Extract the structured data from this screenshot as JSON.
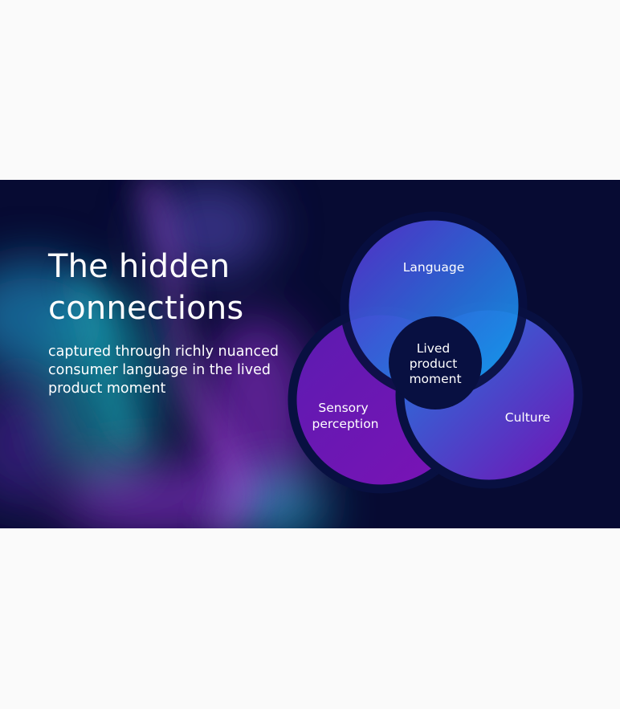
{
  "slide": {
    "title_lines": [
      "The hidden",
      "connections"
    ],
    "subtitle_lines": [
      "captured through richly nuanced",
      "consumer language in the lived",
      "product moment"
    ]
  },
  "venn": {
    "sets": [
      {
        "id": "top",
        "label_lines": [
          "Language"
        ]
      },
      {
        "id": "left",
        "label_lines": [
          "Sensory",
          "perception"
        ]
      },
      {
        "id": "right",
        "label_lines": [
          "Culture"
        ]
      }
    ],
    "center_label_lines": [
      "Lived",
      "product",
      "moment"
    ]
  },
  "colors": {
    "slide_background": "#070b33",
    "page_background": "#fafafa",
    "text": "#ffffff",
    "circle_blue": "#1e9be6",
    "circle_purple": "#7410b4",
    "center_fill": "#081041"
  }
}
